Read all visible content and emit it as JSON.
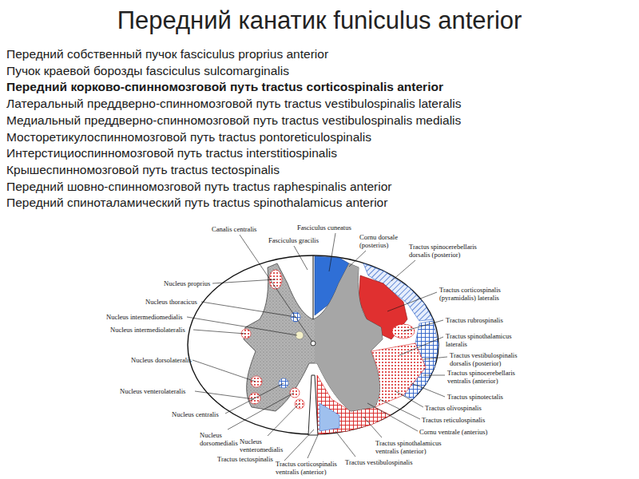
{
  "diagram": {
    "title": "Передний канатик funiculus anterior",
    "labels": [
      "Передний собственный пучок fasciculus proprius anterior",
      "Пучок краевой борозды fasciculus sulcomarginalis",
      "Передний корково-спинномозговой путь tractus corticospinalis anterior",
      "Латеральный преддверно-спинномозговой путь tractus vestibulospinalis lateralis",
      "Медиальный преддверно-спинномозговой путь tractus vestibulospinalis medialis",
      "Мосторетикулоспинномозговой путь tractus pontoreticulospinalis",
      "Интерстициоспинномозговой путь tractus interstitiospinalis",
      "Крышеспинномозговой путь tractus tectospinalis",
      "Передний шовно-спинномозговой путь tractus raphespinalis anterior",
      "Передний спиноталамический путь tractus spinothalamicus anterior",
      "Canalis centralis",
      "Fasciculus gracilis",
      "Fasciculus cuneatus",
      "Cornu dorsale (posterius)",
      "Tractus spinocerebellaris dorsalis (posterior)",
      "Nucleus proprius",
      "Nucleus thoracicus",
      "Nucleus intermediomedialis",
      "Nucleus intermediolateralis",
      "Nucleus dorsolateralis",
      "Nucleus venterolateralis",
      "Nucleus centralis",
      "Nucleus dorsomedialis",
      "Nucleus venteromedialis",
      "Tractus tectospinalis",
      "Tractus corticospinalis ventralis (anterior)",
      "Tractus vestibulospinalis",
      "Tractus spinothalamicus ventralis (anterior)",
      "Cornu ventrale (anterius)",
      "Tractus reticulospinalis",
      "Tractus olivospinalis",
      "Tractus spinotectalis",
      "Tractus spinocerebellaris ventralis (anterior)",
      "Tractus vestibulospinalis dorsalis (posterior)",
      "Tractus spinothalamicus lateralis",
      "Tractus rubrospinalis",
      "Tractus corticospinalis (pyramidalis) lateralis"
    ]
  }
}
